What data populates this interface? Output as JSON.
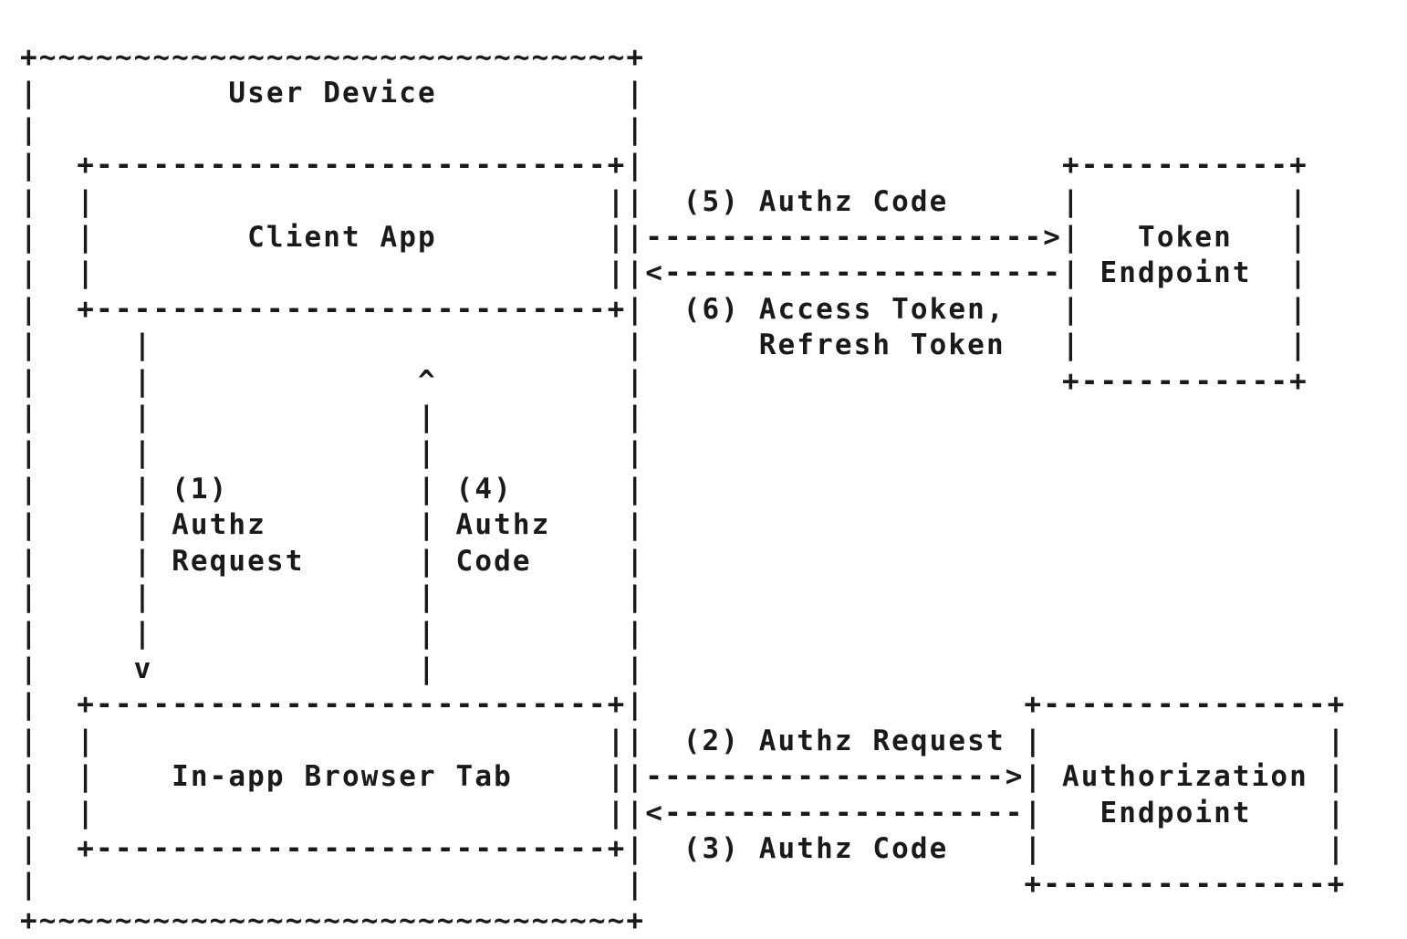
{
  "figure": {
    "kind": "ascii-art-diagram",
    "title_text": "User Device",
    "background_color": "#ffffff",
    "text_color": "#1a1a1a",
    "outer_container": {
      "label": "User Device",
      "border_style": "tilde",
      "border_char": "~",
      "corner_char": "+",
      "width_chars": 33
    },
    "boxes": [
      {
        "id": "client-app",
        "label": "Client App",
        "border_style": "dashed",
        "inside": "user-device"
      },
      {
        "id": "in-app-browser-tab",
        "label": "In-app Browser Tab",
        "border_style": "dashed",
        "inside": "user-device"
      },
      {
        "id": "token-endpoint",
        "label_line_1": "Token",
        "label_line_2": "Endpoint",
        "border_style": "dashed",
        "inside": "external",
        "width_chars": 13
      },
      {
        "id": "authorization-endpoint",
        "label_line_1": "Authorization",
        "label_line_2": "Endpoint",
        "border_style": "dashed",
        "inside": "external",
        "width_chars": 17
      }
    ],
    "flow_steps": [
      {
        "number": "(1)",
        "label_line_1": "Authz",
        "label_line_2": "Request",
        "from": "client-app",
        "to": "in-app-browser-tab",
        "direction": "down",
        "arrow_glyph": "v"
      },
      {
        "number": "(2)",
        "label": "Authz Request",
        "from": "in-app-browser-tab",
        "to": "authorization-endpoint",
        "direction": "right",
        "arrow_glyph": ">"
      },
      {
        "number": "(3)",
        "label": "Authz Code",
        "from": "authorization-endpoint",
        "to": "in-app-browser-tab",
        "direction": "left",
        "arrow_glyph": "<"
      },
      {
        "number": "(4)",
        "label_line_1": "Authz",
        "label_line_2": "Code",
        "from": "in-app-browser-tab",
        "to": "client-app",
        "direction": "up",
        "arrow_glyph": "^"
      },
      {
        "number": "(5)",
        "label": "Authz Code",
        "from": "client-app",
        "to": "token-endpoint",
        "direction": "right",
        "arrow_glyph": ">"
      },
      {
        "number": "(6)",
        "label_line_1": "Access Token,",
        "label_line_2": "Refresh Token",
        "from": "token-endpoint",
        "to": "client-app",
        "direction": "left",
        "arrow_glyph": "<"
      }
    ],
    "ascii": "+~~~~~~~~~~~~~~~~~~~~~~~~~~~~~~~+\n|            User Device          |\n|                                 |\n|  +---------------------------+  |  (5) Authz Code         +-----------+\n|  |                           |  |                         |           |\n|  |        Client App         |  |----------------------->|   Token    |\n|  |                           |  |<-----------------------|  Endpoint  |\n|  +---------------------------+  |  (6) Access Token,     |           |\n|     |                 ^         |      Refresh Token     +-----------+\n|     |                 |         |\n|     |                 |         |\n|     | (1)             | (4)     |\n|     | Authz           | Authz   |\n|     | Request         | Code    |\n|     |                 |         |\n|     |                 |         |\n|     v                 |         |\n|  +---------------------------+  |  (2) Authz Request     +---------------+\n|  |                           |  |                        |               |\n|  |    In-app Browser Tab     |  |---------------------->| Authorization |\n|  |                           |  |<----------------------|   Endpoint    |\n|  +---------------------------+  |  (3) Authz Code        |               |\n|                                 |                        +---------------+\n+~~~~~~~~~~~~~~~~~~~~~~~~~~~~~~~+",
    "lines": [
      "+~~~~~~~~~~~~~~~~~~~~~~~~~~~~~~~+",
      "|           User Device           |",
      "|                                 |",
      "|  +---------------------------+  |  (5) Authz Code         +-----------+",
      "|  |                           |  |                         |           |",
      "|  |        Client App         |  |----------------------->|   Token   |",
      "|  |                           |  |<-----------------------|  Endpoint |",
      "|  +---------------------------+  |  (6) Access Token,      |           |",
      "|     |                |         |      Refresh Token      +-----------+",
      "|     |                ^         |",
      "|     |                |         |",
      "|     |                |         |",
      "|     | (1)            | (4)     |",
      "|     | Authz          | Authz   |",
      "|     | Request        | Code    |",
      "|     |                |         |",
      "|     |                |         |",
      "|     v                |         |",
      "|  +---------------------------+  |  (2) Authz Request     +---------------+",
      "|  |                           |  |                        |               |",
      "|  |    In-app Browser Tab     |  |---------------------->| Authorization |",
      "|  |                           |  |<----------------------|   Endpoint    |",
      "|  +---------------------------+  |  (3) Authz Code        |               |",
      "|                                 |                        +---------------+",
      "+~~~~~~~~~~~~~~~~~~~~~~~~~~~~~~~+"
    ]
  }
}
